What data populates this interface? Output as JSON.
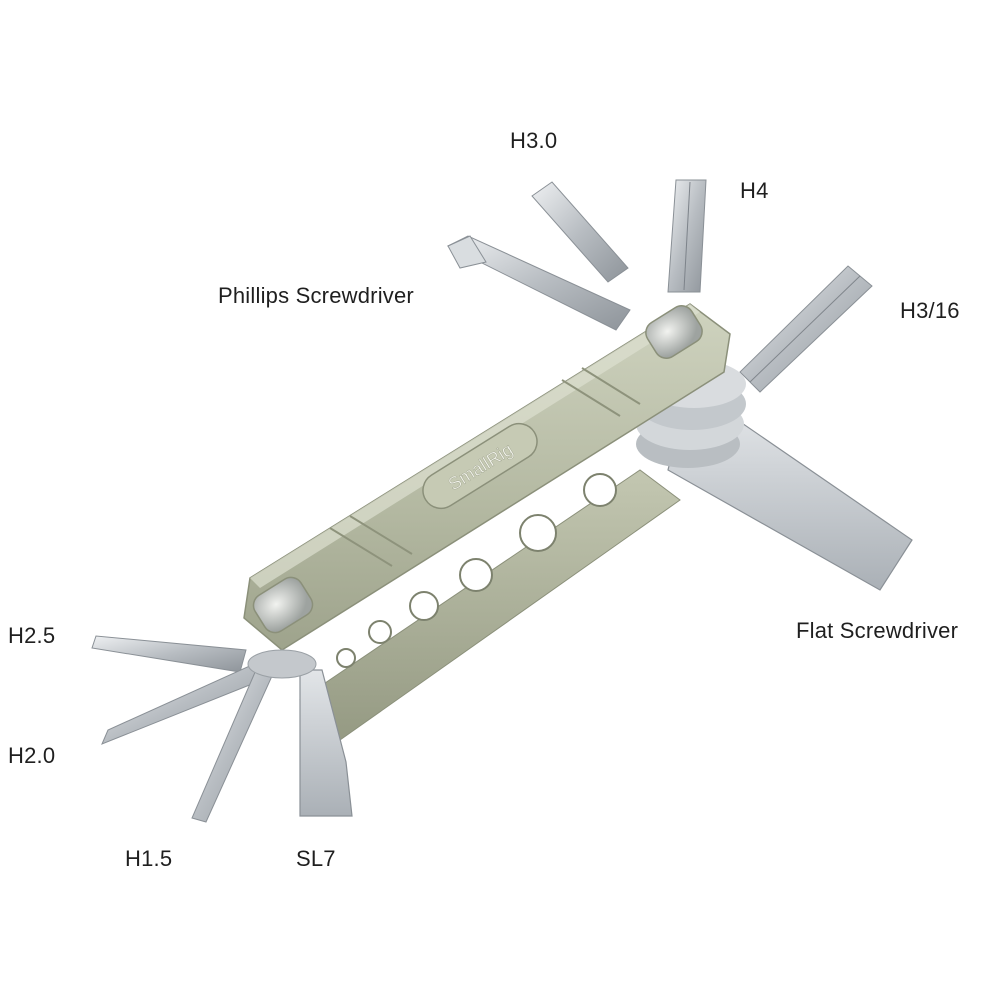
{
  "product": {
    "brand_engraving": "SmallRig"
  },
  "callouts": {
    "h3_0": "H3.0",
    "h4": "H4",
    "phillips": "Phillips Screwdriver",
    "h3_16": "H3/16",
    "flat": "Flat Screwdriver",
    "h2_5": "H2.5",
    "h2_0": "H2.0",
    "h1_5": "H1.5",
    "sl7": "SL7"
  },
  "colors": {
    "body_green": "#b7bca6",
    "steel": "#c9cdd1",
    "label_text": "#1f1f1f"
  }
}
